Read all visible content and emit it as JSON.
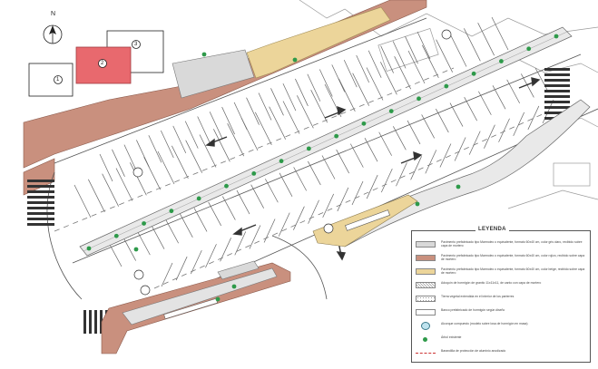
{
  "north": {
    "label": "N"
  },
  "key_plan": {
    "labels": [
      "1",
      "2",
      "3"
    ]
  },
  "legend": {
    "title": "LEYENDA",
    "items": [
      {
        "text": "Pavimento prefabricado tipo Marmoleo o equivalente, formato 60x40 cm, color gris claro, recibido sobre capa de mortero",
        "swatch": "#d9d9d9",
        "kind": "fill"
      },
      {
        "text": "Pavimento prefabricado tipo Marmoleo o equivalente, formato 60x40 cm, color rojizo, recibido sobre capa de mortero",
        "swatch": "#c9907e",
        "kind": "fill"
      },
      {
        "text": "Pavimento prefabricado tipo Marmoleo o equivalente, formato 60x40 cm, color beige, recibido sobre capa de mortero",
        "swatch": "#ecd59a",
        "kind": "fill"
      },
      {
        "text": "Adoquín de hormigón de granito 11x11x11, de canto con capa de mortero",
        "swatch": "#e6e6e6",
        "kind": "hatch"
      },
      {
        "text": "Tierra vegetal extendida en el interior de los parterres",
        "swatch": "#f3f3f3",
        "kind": "dots"
      },
      {
        "text": "Banco prefabricado de hormigón según diseño",
        "swatch": "#ffffff",
        "kind": "bench"
      },
      {
        "text": "Alcorque compuesto (modelo sobre losa de hormigón en masa)",
        "swatch": "#bfe3ee",
        "kind": "circle"
      },
      {
        "text": "Árbol existente",
        "swatch": "#2e9a4a",
        "kind": "tree"
      },
      {
        "text": "Barandilla de protección de aluminio anodizado",
        "swatch": "#cc3333",
        "kind": "line"
      }
    ]
  },
  "colors": {
    "grey_paving": "#d9d9d9",
    "red_paving": "#c9907e",
    "beige_paving": "#ecd59a",
    "key_highlight": "#e8696e",
    "tree": "#2e9a4a"
  },
  "icons": [
    "north-arrow-icon",
    "tree-icon",
    "traffic-arrow-icon",
    "street-lamp-icon"
  ]
}
